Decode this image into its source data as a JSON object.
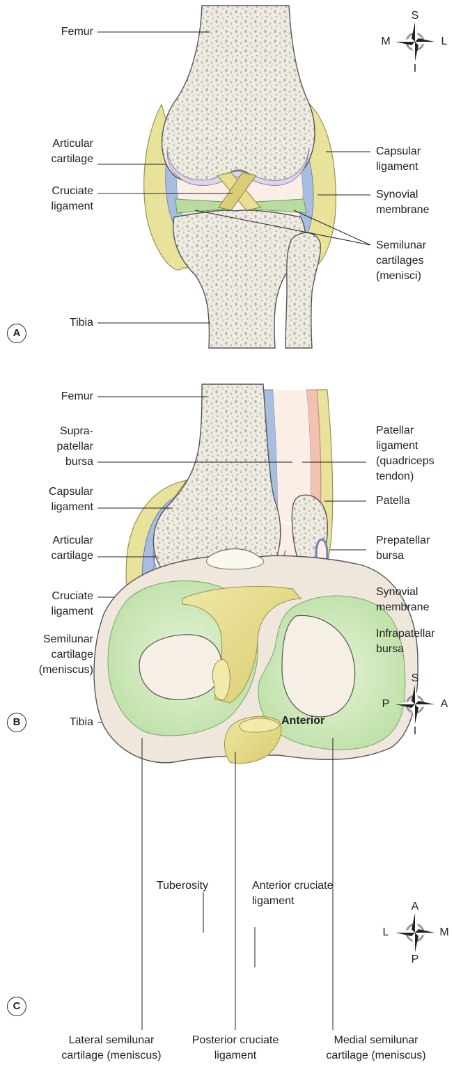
{
  "panels": {
    "a": {
      "badge": "A",
      "labels": {
        "femur": "Femur",
        "articular_cartilage": [
          "Articular",
          "cartilage"
        ],
        "cruciate_ligament": [
          "Cruciate",
          "ligament"
        ],
        "tibia": "Tibia",
        "capsular_ligament": [
          "Capsular",
          "ligament"
        ],
        "synovial_membrane": [
          "Synovial",
          "membrane"
        ],
        "semilunar_cartilages": [
          "Semilunar",
          "cartilages",
          "(menisci)"
        ]
      },
      "compass": {
        "top": "S",
        "bottom": "I",
        "left": "M",
        "right": "L"
      }
    },
    "b": {
      "badge": "B",
      "labels": {
        "femur": "Femur",
        "suprapatellar_bursa": [
          "Supra-",
          "patellar",
          "bursa"
        ],
        "capsular_ligament": [
          "Capsular",
          "ligament"
        ],
        "articular_cartilage": [
          "Articular",
          "cartilage"
        ],
        "cruciate_ligament": [
          "Cruciate",
          "ligament"
        ],
        "semilunar_cartilage": [
          "Semilunar",
          "cartilage",
          "(meniscus)"
        ],
        "tibia": "Tibia",
        "patellar_ligament": [
          "Patellar",
          "ligament",
          "(quadriceps",
          "tendon)"
        ],
        "patella": "Patella",
        "prepatellar_bursa": [
          "Prepatellar",
          "bursa"
        ],
        "synovial_membrane": [
          "Synovial",
          "membrane"
        ],
        "infrapatellar_bursa": [
          "Infrapatellar",
          "bursa"
        ],
        "anterior": "Anterior"
      },
      "compass": {
        "top": "S",
        "bottom": "I",
        "left": "P",
        "right": "A"
      }
    },
    "c": {
      "badge": "C",
      "labels": {
        "tuberosity": "Tuberosity",
        "anterior_cruciate": [
          "Anterior cruciate",
          "ligament"
        ],
        "lateral_semilunar": [
          "Lateral semilunar",
          "cartilage (meniscus)"
        ],
        "posterior_cruciate": [
          "Posterior cruciate",
          "ligament"
        ],
        "medial_semilunar": [
          "Medial semilunar",
          "cartilage (meniscus)"
        ]
      },
      "compass": {
        "top": "A",
        "bottom": "P",
        "left": "L",
        "right": "M"
      }
    }
  },
  "colors": {
    "bone": "#eeebe2",
    "bone_dots": "#b9b3a5",
    "capsule": "#e8e29a",
    "synovium": "#a9bde0",
    "cartilage": "#ddd6ea",
    "meniscus": "#b8dca0",
    "joint_space": "#fbeee6",
    "ligament": "#e9df8e",
    "tendon": "#f2c2b0",
    "meniscus_top": "#d9edc7"
  }
}
